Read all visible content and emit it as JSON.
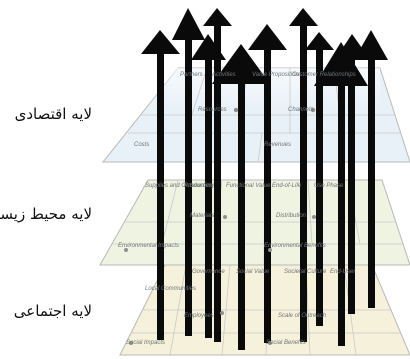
{
  "layers": [
    {
      "name": "لایه اقتصادی",
      "cells": [
        "Partners",
        "Activities",
        "Value Proposition",
        "Customer Relationships",
        "Resources",
        "Channels",
        "Costs",
        "Revenues"
      ]
    },
    {
      "name": "لایه محیط زیستی",
      "cells": [
        "Supplies and Outsourcing",
        "Production",
        "Functional Value",
        "End-of-Life",
        "Use Phase",
        "Materials",
        "Distribution",
        "Environmental Impacts",
        "Environmental Benefits"
      ]
    },
    {
      "name": "لایه اجتماعی",
      "cells": [
        "Local Communities",
        "Governance",
        "Social Value",
        "Societal Culture",
        "End-User",
        "Employees",
        "Scale of Outreach",
        "Social Impacts",
        "Social Benefits"
      ]
    }
  ],
  "colors": {
    "economic_fill": "#e9f1f8",
    "environmental_fill": "#eef3e2",
    "social_fill": "#f6f1da",
    "arrow": "#0a0a0a"
  }
}
